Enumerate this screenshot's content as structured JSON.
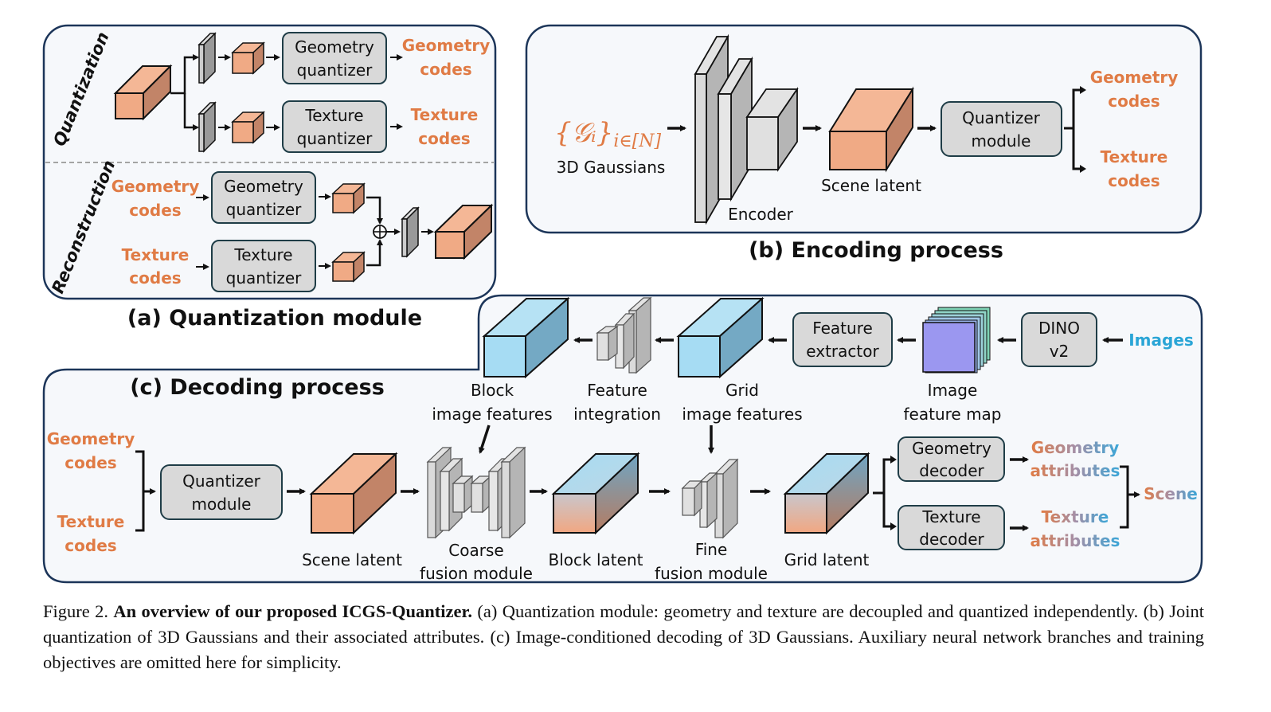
{
  "panel_a": {
    "title": "(a) Quantization module",
    "quantization_label": "Quantization",
    "reconstruction_label": "Reconstruction",
    "geometry_quantizer": [
      "Geometry",
      "quantizer"
    ],
    "texture_quantizer": [
      "Texture",
      "quantizer"
    ],
    "geometry_codes": [
      "Geometry",
      "codes"
    ],
    "texture_codes": [
      "Texture",
      "codes"
    ]
  },
  "panel_b": {
    "title": "(b) Encoding process",
    "gaussians_symbol": "{𝒢ᵢ}",
    "gaussians_subscript": "i∈[N]",
    "gaussians_label": "3D Gaussians",
    "encoder_label": "Encoder",
    "scene_latent_label": "Scene latent",
    "quantizer_module": [
      "Quantizer",
      "module"
    ],
    "geometry_codes": [
      "Geometry",
      "codes"
    ],
    "texture_codes": [
      "Texture",
      "codes"
    ]
  },
  "panel_c": {
    "title": "(c) Decoding process",
    "images_label": "Images",
    "dino": [
      "DINO",
      "v2"
    ],
    "image_feature_map": [
      "Image",
      "feature map"
    ],
    "feature_extractor": [
      "Feature",
      "extractor"
    ],
    "grid_image_features": [
      "Grid",
      "image features"
    ],
    "feature_integration": [
      "Feature",
      "integration"
    ],
    "block_image_features": [
      "Block",
      "image features"
    ],
    "geometry_codes": [
      "Geometry",
      "codes"
    ],
    "texture_codes": [
      "Texture",
      "codes"
    ],
    "quantizer_module": [
      "Quantizer",
      "module"
    ],
    "scene_latent": "Scene latent",
    "coarse_fusion": [
      "Coarse",
      "fusion module"
    ],
    "block_latent": "Block latent",
    "fine_fusion": [
      "Fine",
      "fusion module"
    ],
    "grid_latent": "Grid latent",
    "geometry_decoder": [
      "Geometry",
      "decoder"
    ],
    "texture_decoder": [
      "Texture",
      "decoder"
    ],
    "geometry_attributes": [
      "Geometry",
      "attributes"
    ],
    "texture_attributes": [
      "Texture",
      "attributes"
    ],
    "scene_label": "Scene"
  },
  "caption": {
    "prefix": "Figure 2. ",
    "bold": "An overview of our proposed ICGS-Quantizer.",
    "text": " (a) Quantization module: geometry and texture are decoupled and quantized independently. (b) Joint quantization of 3D Gaussians and their associated attributes. (c) Image-conditioned decoding of 3D Gaussians. Auxiliary neural network branches and training objectives are omitted here for simplicity."
  },
  "colors": {
    "orange_text": "#e07b45",
    "blue_text": "#2aa5d6",
    "panel_border": "#1c3559",
    "panel_bg": "#f6f8fb",
    "box_fill": "#d9d9d9",
    "latent_orange": "#f0aa85",
    "feature_blue": "#a6dcf3",
    "feature_map_purple": "#9b97f0"
  }
}
